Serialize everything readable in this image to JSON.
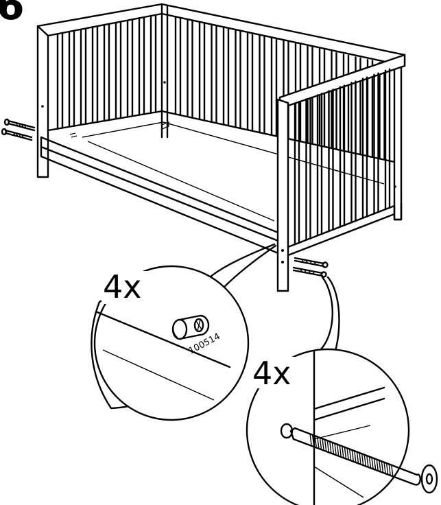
{
  "step": {
    "number": "6"
  },
  "callout_cam": {
    "quantity": "4x",
    "part_number": "100514"
  },
  "callout_bolt": {
    "quantity": "4x"
  },
  "colors": {
    "line": "#000000",
    "background": "#ffffff"
  },
  "icons": [
    "cam-dowel-icon",
    "bolt-icon"
  ]
}
